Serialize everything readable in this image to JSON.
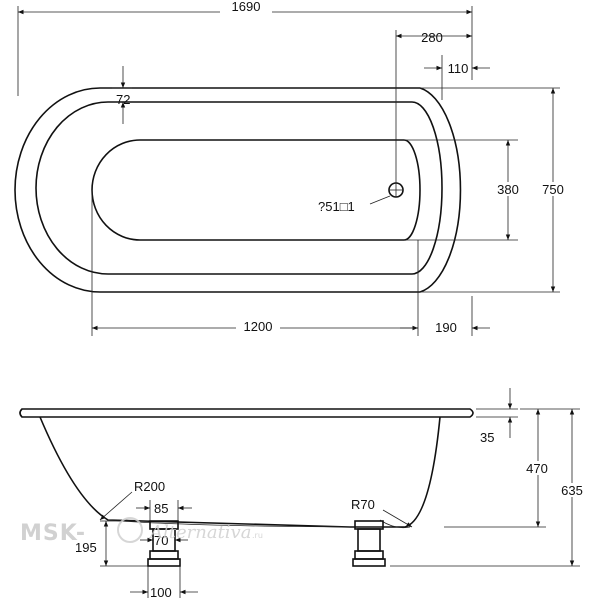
{
  "top_view": {
    "dims": {
      "overall_length": "1690",
      "waste_offset": "280",
      "rim_end": "110",
      "rim_width": "72",
      "inner_width": "380",
      "overall_width": "750",
      "drain_label": "?51□1",
      "inner_length": "1200",
      "end_offset": "190"
    }
  },
  "side_view": {
    "dims": {
      "rim_height": "35",
      "inner_depth": "470",
      "overall_height": "635",
      "radius_large": "R200",
      "radius_small": "R70",
      "foot_top": "85",
      "foot_mid": "70",
      "foot_base": "100",
      "foot_height": "195"
    }
  },
  "watermark": {
    "brand": "MSK-",
    "script": "Alternativa",
    "suffix": ".ru"
  }
}
